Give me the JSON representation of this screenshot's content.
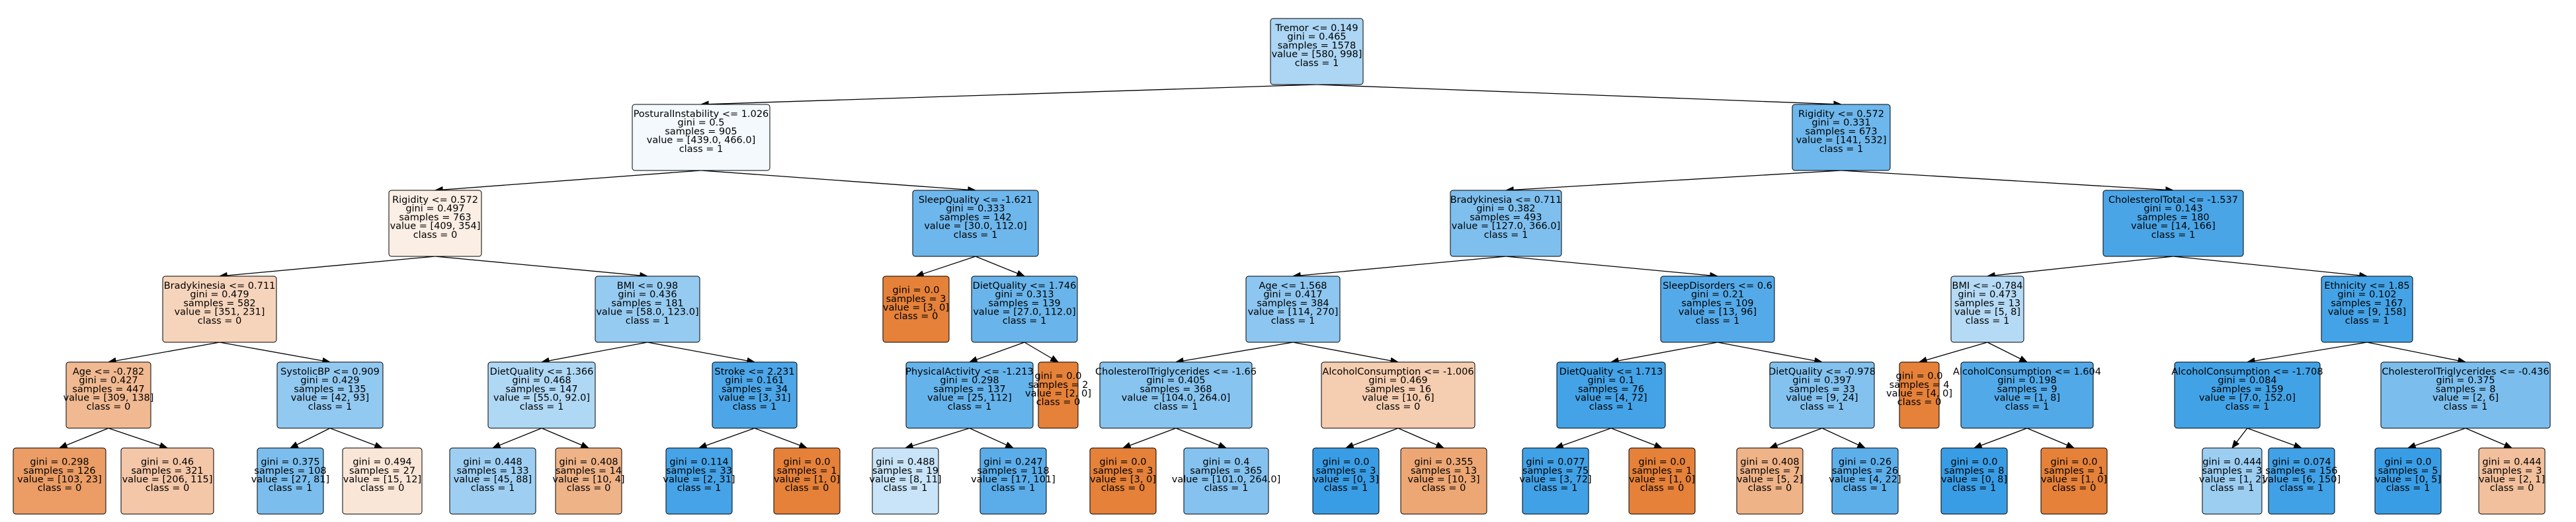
{
  "tree": {
    "nodes": [
      {
        "id": "n0",
        "lines": [
          "Tremor <= 0.149",
          "gini = 0.465",
          "samples = 1578",
          "value = [580, 998]",
          "class = 1"
        ],
        "fill": "#acd6f4"
      },
      {
        "id": "n1",
        "lines": [
          "PosturalInstability <= 1.026",
          "gini = 0.5",
          "samples = 905",
          "value = [439.0, 466.0]",
          "class = 1"
        ],
        "fill": "#f3f9fd"
      },
      {
        "id": "n2",
        "lines": [
          "Rigidity <= 0.572",
          "gini = 0.497",
          "samples = 763",
          "value = [409, 354]",
          "class = 0"
        ],
        "fill": "#fbeee4"
      },
      {
        "id": "n3",
        "lines": [
          "Bradykinesia <= 0.711",
          "gini = 0.479",
          "samples = 582",
          "value = [351, 231]",
          "class = 0"
        ],
        "fill": "#f6d4bb"
      },
      {
        "id": "n4",
        "lines": [
          "Age <= -0.782",
          "gini = 0.427",
          "samples = 447",
          "value = [309, 138]",
          "class = 0"
        ],
        "fill": "#f1b991"
      },
      {
        "id": "n5",
        "lines": [
          "gini = 0.298",
          "samples = 126",
          "value = [103, 23]",
          "class = 0"
        ],
        "fill": "#eb9d65"
      },
      {
        "id": "n6",
        "lines": [
          "gini = 0.46",
          "samples = 321",
          "value = [206, 115]",
          "class = 0"
        ],
        "fill": "#f4c7a8"
      },
      {
        "id": "n7",
        "lines": [
          "SystolicBP <= 0.909",
          "gini = 0.429",
          "samples = 135",
          "value = [42, 93]",
          "class = 1"
        ],
        "fill": "#92c9f1"
      },
      {
        "id": "n8",
        "lines": [
          "gini = 0.375",
          "samples = 108",
          "value = [27, 81]",
          "class = 1"
        ],
        "fill": "#7bbeee"
      },
      {
        "id": "n9",
        "lines": [
          "gini = 0.494",
          "samples = 27",
          "value = [15, 12]",
          "class = 0"
        ],
        "fill": "#fae6d7"
      },
      {
        "id": "n10",
        "lines": [
          "BMI <= 0.98",
          "gini = 0.436",
          "samples = 181",
          "value = [58.0, 123.0]",
          "class = 1"
        ],
        "fill": "#96cbf1"
      },
      {
        "id": "n11",
        "lines": [
          "DietQuality <= 1.366",
          "gini = 0.468",
          "samples = 147",
          "value = [55.0, 92.0]",
          "class = 1"
        ],
        "fill": "#afd8f5"
      },
      {
        "id": "n12",
        "lines": [
          "gini = 0.448",
          "samples = 133",
          "value = [45, 88]",
          "class = 1"
        ],
        "fill": "#9ecff2"
      },
      {
        "id": "n13",
        "lines": [
          "gini = 0.408",
          "samples = 14",
          "value = [10, 4]",
          "class = 0"
        ],
        "fill": "#efb388"
      },
      {
        "id": "n14",
        "lines": [
          "Stroke <= 2.231",
          "gini = 0.161",
          "samples = 34",
          "value = [3, 31]",
          "class = 1"
        ],
        "fill": "#4ca6e8"
      },
      {
        "id": "n15",
        "lines": [
          "gini = 0.114",
          "samples = 33",
          "value = [2, 31]",
          "class = 1"
        ],
        "fill": "#46a3e7"
      },
      {
        "id": "n16",
        "lines": [
          "gini = 0.0",
          "samples = 1",
          "value = [1, 0]",
          "class = 0"
        ],
        "fill": "#e58139"
      },
      {
        "id": "n17",
        "lines": [
          "SleepQuality <= -1.621",
          "gini = 0.333",
          "samples = 142",
          "value = [30.0, 112.0]",
          "class = 1"
        ],
        "fill": "#6eb7ec"
      },
      {
        "id": "n18",
        "lines": [
          "gini = 0.0",
          "samples = 3",
          "value = [3, 0]",
          "class = 0"
        ],
        "fill": "#e58139"
      },
      {
        "id": "n19",
        "lines": [
          "DietQuality <= 1.746",
          "gini = 0.313",
          "samples = 139",
          "value = [27.0, 112.0]",
          "class = 1"
        ],
        "fill": "#69b5eb"
      },
      {
        "id": "n20",
        "lines": [
          "PhysicalActivity <= -1.213",
          "gini = 0.298",
          "samples = 137",
          "value = [25, 112]",
          "class = 1"
        ],
        "fill": "#65b3eb"
      },
      {
        "id": "n21",
        "lines": [
          "gini = 0.488",
          "samples = 19",
          "value = [8, 11]",
          "class = 1"
        ],
        "fill": "#c9e4f8"
      },
      {
        "id": "n22",
        "lines": [
          "gini = 0.247",
          "samples = 118",
          "value = [17, 101]",
          "class = 1"
        ],
        "fill": "#5aade9"
      },
      {
        "id": "n23",
        "lines": [
          "gini = 0.0",
          "samples = 2",
          "value = [2, 0]",
          "class = 0"
        ],
        "fill": "#e58139"
      },
      {
        "id": "n24",
        "lines": [
          "Rigidity <= 0.572",
          "gini = 0.331",
          "samples = 673",
          "value = [141, 532]",
          "class = 1"
        ],
        "fill": "#6db7ec"
      },
      {
        "id": "n25",
        "lines": [
          "Bradykinesia <= 0.711",
          "gini = 0.382",
          "samples = 493",
          "value = [127.0, 366.0]",
          "class = 1"
        ],
        "fill": "#7ebfee"
      },
      {
        "id": "n26",
        "lines": [
          "Age <= 1.568",
          "gini = 0.417",
          "samples = 384",
          "value = [114, 270]",
          "class = 1"
        ],
        "fill": "#8dc6f0"
      },
      {
        "id": "n27",
        "lines": [
          "CholesterolTriglycerides <= -1.66",
          "gini = 0.405",
          "samples = 368",
          "value = [104.0, 264.0]",
          "class = 1"
        ],
        "fill": "#87c4ef"
      },
      {
        "id": "n28",
        "lines": [
          "gini = 0.0",
          "samples = 3",
          "value = [3, 0]",
          "class = 0"
        ],
        "fill": "#e58139"
      },
      {
        "id": "n29",
        "lines": [
          "gini = 0.4",
          "samples = 365",
          "value = [101.0, 264.0]",
          "class = 1"
        ],
        "fill": "#85c2ef"
      },
      {
        "id": "n30",
        "lines": [
          "AlcoholConsumption <= -1.006",
          "gini = 0.469",
          "samples = 16",
          "value = [10, 6]",
          "class = 0"
        ],
        "fill": "#f5cdb0"
      },
      {
        "id": "n31",
        "lines": [
          "gini = 0.0",
          "samples = 3",
          "value = [0, 3]",
          "class = 1"
        ],
        "fill": "#399de5"
      },
      {
        "id": "n32",
        "lines": [
          "gini = 0.355",
          "samples = 13",
          "value = [10, 3]",
          "class = 0"
        ],
        "fill": "#eda774"
      },
      {
        "id": "n33",
        "lines": [
          "SleepDisorders <= 0.6",
          "gini = 0.21",
          "samples = 109",
          "value = [13, 96]",
          "class = 1"
        ],
        "fill": "#54aae9"
      },
      {
        "id": "n34",
        "lines": [
          "DietQuality <= 1.713",
          "gini = 0.1",
          "samples = 76",
          "value = [4, 72]",
          "class = 1"
        ],
        "fill": "#44a2e6"
      },
      {
        "id": "n35",
        "lines": [
          "gini = 0.077",
          "samples = 75",
          "value = [3, 72]",
          "class = 1"
        ],
        "fill": "#41a1e6"
      },
      {
        "id": "n36",
        "lines": [
          "gini = 0.0",
          "samples = 1",
          "value = [1, 0]",
          "class = 0"
        ],
        "fill": "#e58139"
      },
      {
        "id": "n37",
        "lines": [
          "DietQuality <= -0.978",
          "gini = 0.397",
          "samples = 33",
          "value = [9, 24]",
          "class = 1"
        ],
        "fill": "#83c2ef"
      },
      {
        "id": "n38",
        "lines": [
          "gini = 0.408",
          "samples = 7",
          "value = [5, 2]",
          "class = 0"
        ],
        "fill": "#efb388"
      },
      {
        "id": "n39",
        "lines": [
          "gini = 0.26",
          "samples = 26",
          "value = [4, 22]",
          "class = 1"
        ],
        "fill": "#5dafea"
      },
      {
        "id": "n40",
        "lines": [
          "CholesterolTotal <= -1.537",
          "gini = 0.143",
          "samples = 180",
          "value = [14, 166]",
          "class = 1"
        ],
        "fill": "#4aa5e7"
      },
      {
        "id": "n41",
        "lines": [
          "BMI <= -0.784",
          "gini = 0.473",
          "samples = 13",
          "value = [5, 8]",
          "class = 1"
        ],
        "fill": "#b5daf5"
      },
      {
        "id": "n42",
        "lines": [
          "gini = 0.0",
          "samples = 4",
          "value = [4, 0]",
          "class = 0"
        ],
        "fill": "#e58139"
      },
      {
        "id": "n43",
        "lines": [
          "AlcoholConsumption <= 1.604",
          "gini = 0.198",
          "samples = 9",
          "value = [1, 8]",
          "class = 1"
        ],
        "fill": "#52a9e8"
      },
      {
        "id": "n44",
        "lines": [
          "gini = 0.0",
          "samples = 8",
          "value = [0, 8]",
          "class = 1"
        ],
        "fill": "#399de5"
      },
      {
        "id": "n45",
        "lines": [
          "gini = 0.0",
          "samples = 1",
          "value = [1, 0]",
          "class = 0"
        ],
        "fill": "#e58139"
      },
      {
        "id": "n46",
        "lines": [
          "Ethnicity <= 1.85",
          "gini = 0.102",
          "samples = 167",
          "value = [9, 158]",
          "class = 1"
        ],
        "fill": "#44a3e6"
      },
      {
        "id": "n47",
        "lines": [
          "AlcoholConsumption <= -1.708",
          "gini = 0.084",
          "samples = 159",
          "value = [7.0, 152.0]",
          "class = 1"
        ],
        "fill": "#42a2e6"
      },
      {
        "id": "n48",
        "lines": [
          "gini = 0.444",
          "samples = 3",
          "value = [1, 2]",
          "class = 1"
        ],
        "fill": "#9ccef2"
      },
      {
        "id": "n49",
        "lines": [
          "gini = 0.074",
          "samples = 156",
          "value = [6, 150]",
          "class = 1"
        ],
        "fill": "#41a1e6"
      },
      {
        "id": "n50",
        "lines": [
          "CholesterolTriglycerides <= -0.436",
          "gini = 0.375",
          "samples = 8",
          "value = [2, 6]",
          "class = 1"
        ],
        "fill": "#7bbeee"
      },
      {
        "id": "n51",
        "lines": [
          "gini = 0.0",
          "samples = 5",
          "value = [0, 5]",
          "class = 1"
        ],
        "fill": "#399de5"
      },
      {
        "id": "n52",
        "lines": [
          "gini = 0.444",
          "samples = 3",
          "value = [2, 1]",
          "class = 0"
        ],
        "fill": "#f2c09c"
      }
    ]
  }
}
